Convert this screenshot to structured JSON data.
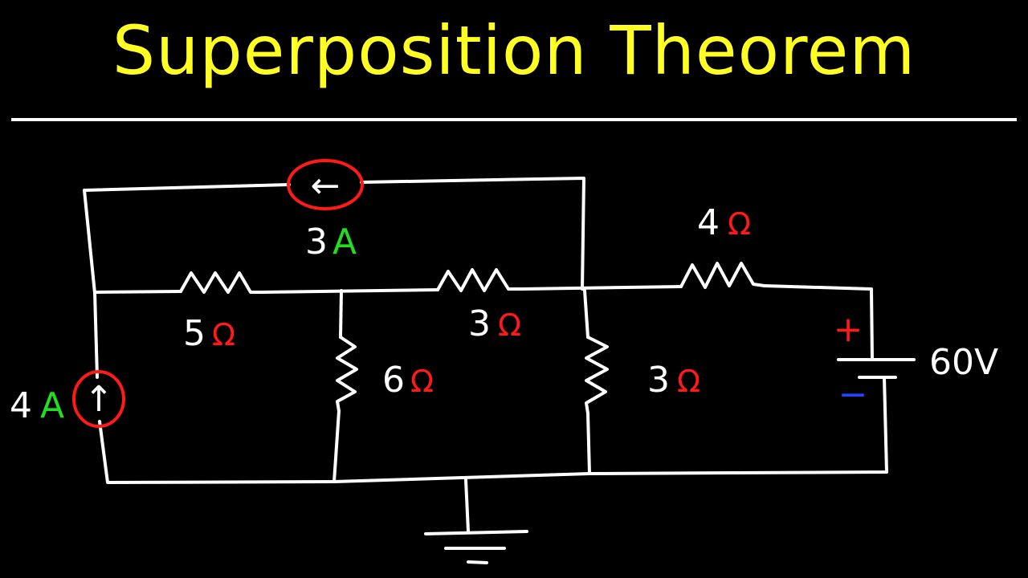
{
  "title": "Superposition Theorem",
  "colors": {
    "background": "#000000",
    "title": "#ffff24",
    "wire": "#ffffff",
    "label_value": "#ffffff",
    "ohm_symbol": "#ff1a1a",
    "amp_unit": "#22dd22",
    "source_circle": "#ff1a1a",
    "plus_sign": "#ff1a1a",
    "minus_sign": "#2244ff"
  },
  "components": {
    "current_source_left": {
      "value": "4",
      "unit": "A",
      "arrow": "↑"
    },
    "current_source_top": {
      "value": "3",
      "unit": "A",
      "arrow": "←"
    },
    "resistor_top_left": {
      "value": "5",
      "unit": "Ω"
    },
    "resistor_top_mid": {
      "value": "3",
      "unit": "Ω"
    },
    "resistor_top_right": {
      "value": "4",
      "unit": "Ω"
    },
    "resistor_vertical_left": {
      "value": "6",
      "unit": "Ω"
    },
    "resistor_vertical_right": {
      "value": "3",
      "unit": "Ω"
    },
    "battery": {
      "value": "60V",
      "plus": "+",
      "minus": "−"
    }
  }
}
